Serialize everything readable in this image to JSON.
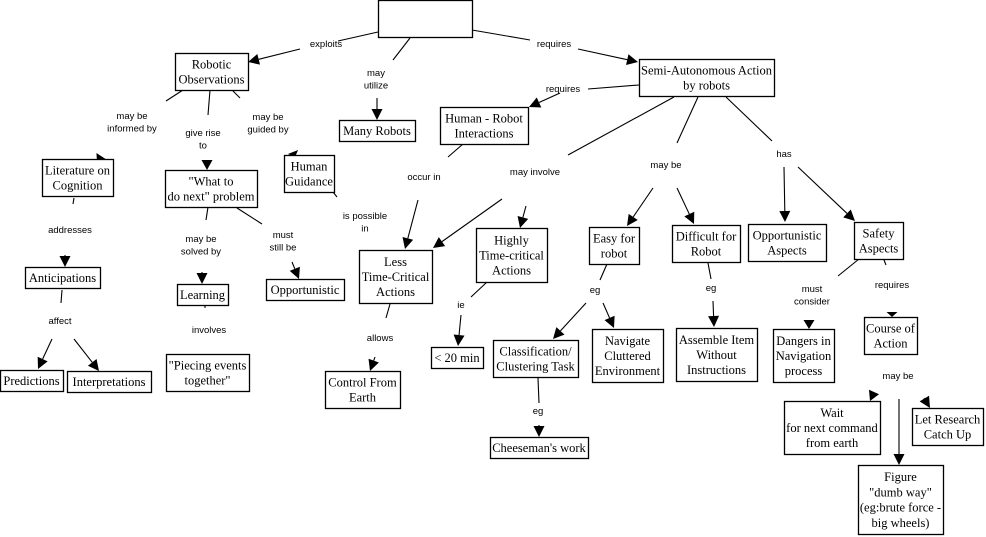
{
  "diagram": {
    "type": "concept-map",
    "colors": {
      "stroke": "#000000",
      "background": "#ffffff"
    },
    "nodes": {
      "root": "",
      "robotic_observations": "Robotic\nObservations",
      "many_robots": "Many Robots",
      "human_robot_interactions": "Human - Robot\nInteractions",
      "semi_autonomous": "Semi-Autonomous Action\nby robots",
      "literature": "Literature on\nCognition",
      "what_next": "\"What to\ndo next\" problem",
      "human_guidance": "Human\nGuidance",
      "less_time_critical": "Less\nTime-Critical\nActions",
      "highly_time_critical": "Highly\nTime-critical\nActions",
      "easy_for_robot": "Easy for\nrobot",
      "difficult_for_robot": "Difficult for\nRobot",
      "opportunistic_aspects": "Opportunistic\nAspects",
      "safety_aspects": "Safety\nAspects",
      "anticipations": "Anticipations",
      "learning": "Learning",
      "opportunistic": "Opportunistic",
      "lt_20_min": "< 20 min",
      "predictions": "Predictions",
      "interpretations": "Interpretations",
      "piecing": "\"Piecing events\ntogether\"",
      "control_from_earth": "Control From\nEarth",
      "classification": "Classification/\nClustering Task",
      "navigate": "Navigate\nCluttered\nEnvironment",
      "assemble": "Assemble Item\nWithout\nInstructions",
      "dangers": "Dangers in\nNavigation\nprocess",
      "course_of_action": "Course of\nAction",
      "wait": "Wait\nfor next command\nfrom earth",
      "let_research": "Let Research\nCatch Up",
      "figure_dumb_way": "Figure\n\"dumb way\"\n(eg:brute force -\nbig wheels)",
      "cheeseman": "Cheeseman's work"
    },
    "links": {
      "exploits": "exploits",
      "may_utilize": "may\nutilize",
      "requires_top": "requires",
      "requires_hri": "requires",
      "may_be_informed_by": "may be\ninformed by",
      "give_rise_to": "give rise\nto",
      "may_be_guided_by": "may be\nguided by",
      "addresses": "addresses",
      "may_be_solved_by": "may be\nsolved by",
      "must_still_be": "must\nstill be",
      "is_possible_in": "is possible\nin",
      "occur_in": "occur in",
      "may_involve": "may involve",
      "may_be_semi": "may be",
      "has": "has",
      "affect": "affect",
      "involves": "involves",
      "allows": "allows",
      "ie": "ie",
      "eg_easy": "eg",
      "eg_difficult": "eg",
      "must_consider": "must\nconsider",
      "requires_safety": "requires",
      "may_be_course": "may be",
      "eg_classification": "eg"
    }
  }
}
